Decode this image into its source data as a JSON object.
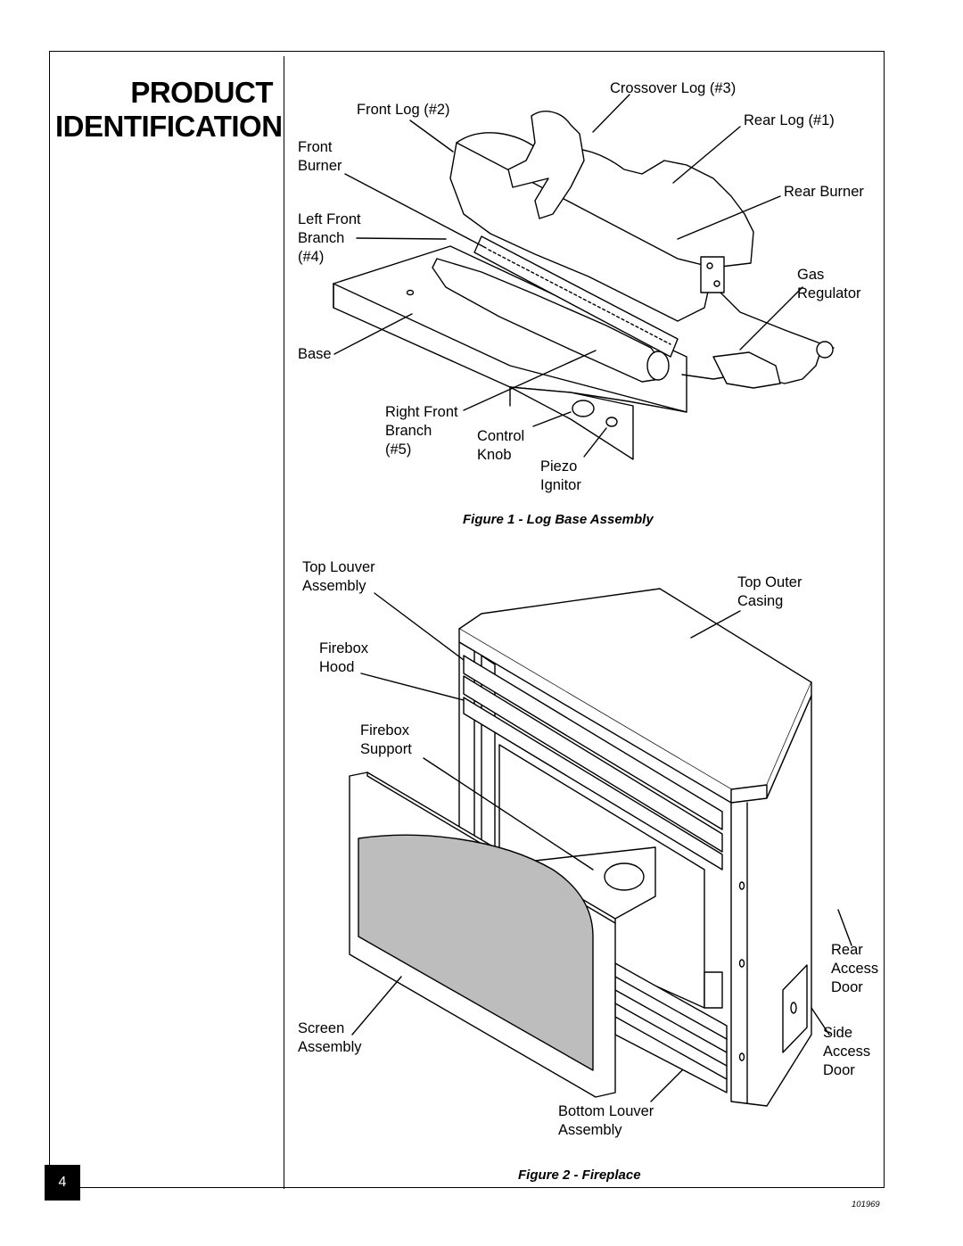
{
  "page": {
    "title_line1": "PRODUCT",
    "title_line2": "IDENTIFICATION",
    "page_number": "4",
    "doc_code": "101969"
  },
  "figure1": {
    "caption": "Figure 1 - Log Base Assembly",
    "labels": {
      "crossover_log": "Crossover Log (#3)",
      "front_log": "Front Log (#2)",
      "rear_log": "Rear Log (#1)",
      "front_burner": "Front\nBurner",
      "rear_burner": "Rear Burner",
      "left_front_branch": "Left Front\nBranch\n(#4)",
      "gas_regulator": "Gas\nRegulator",
      "base": "Base",
      "right_front_branch": "Right Front\nBranch\n(#5)",
      "control_knob": "Control\nKnob",
      "piezo_ignitor": "Piezo\nIgnitor"
    }
  },
  "figure2": {
    "caption": "Figure 2 - Fireplace",
    "labels": {
      "top_louver": "Top Louver\nAssembly",
      "top_outer_casing": "Top Outer\nCasing",
      "firebox_hood": "Firebox\nHood",
      "firebox_support": "Firebox\nSupport",
      "rear_access_door": "Rear\nAccess\nDoor",
      "side_access_door": "Side\nAccess\nDoor",
      "screen_assembly": "Screen\nAssembly",
      "bottom_louver": "Bottom Louver\nAssembly"
    }
  }
}
